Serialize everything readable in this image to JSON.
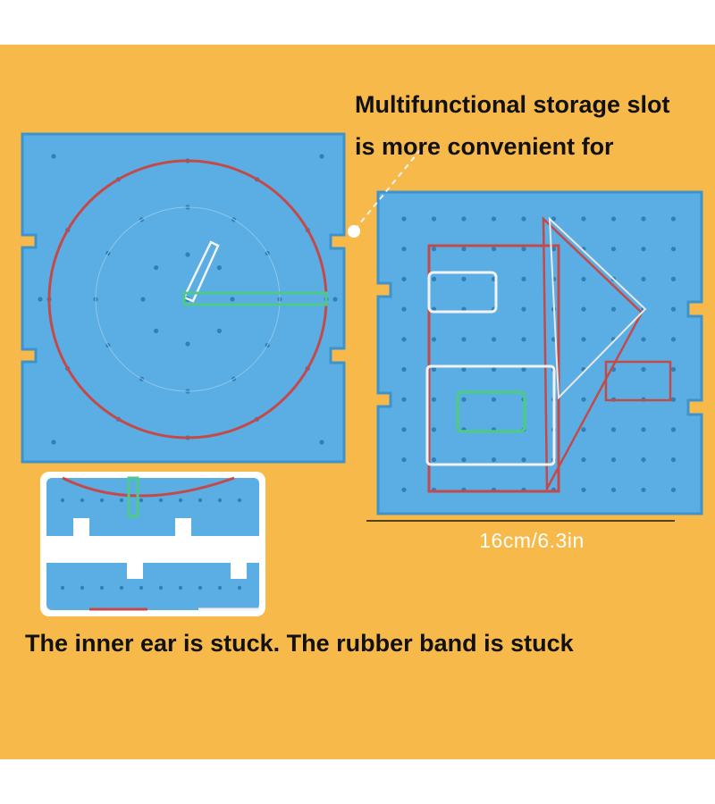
{
  "captions": {
    "storage_line1": "Multifunctional storage slot",
    "storage_line2": "is more convenient for",
    "bottom": "The inner ear is stuck. The rubber band is stuck"
  },
  "dimension_label": "16cm/6.3in",
  "colors": {
    "background": "#f7b94a",
    "board": "#5aaee3",
    "peg": "#2f7fb8",
    "band_red": "#c44a4a",
    "band_green": "#4fc98a",
    "band_white": "#f2f2f2"
  }
}
